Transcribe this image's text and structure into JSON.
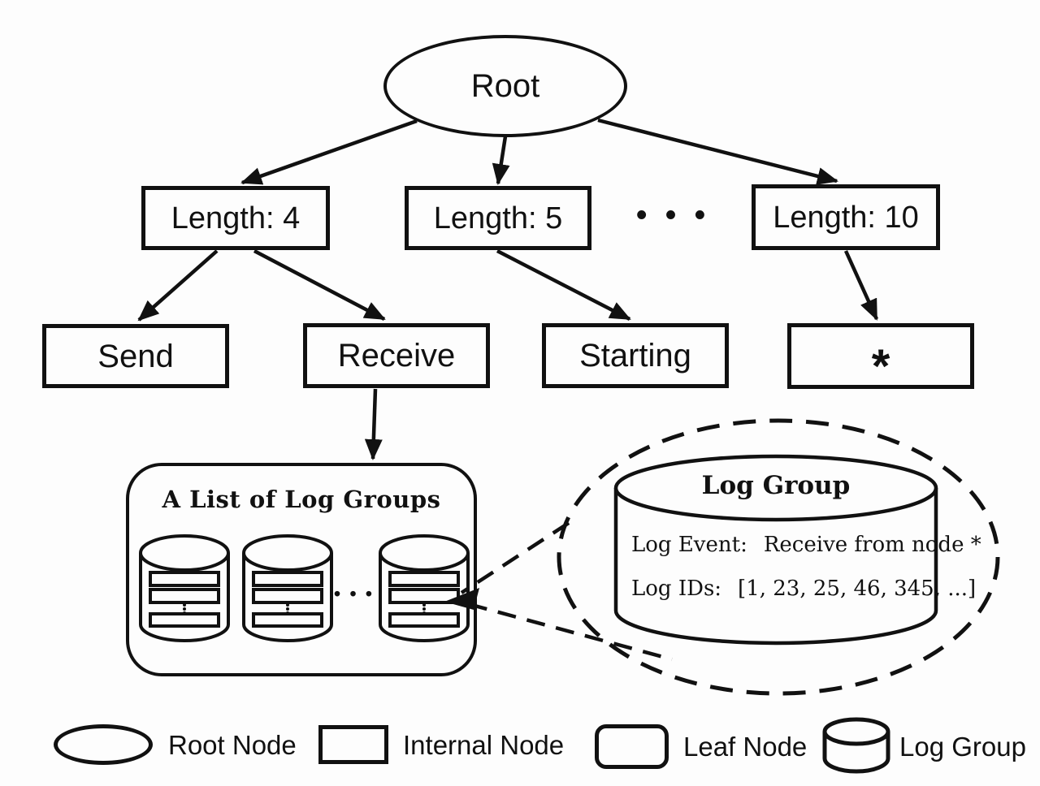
{
  "diagram": {
    "background": "#fdfdfd",
    "stroke_color": "#111111",
    "root": {
      "label": "Root"
    },
    "internal_nodes": [
      {
        "label": "Length: 4"
      },
      {
        "label": "Length: 5"
      },
      {
        "label": "Length: 10"
      }
    ],
    "internal_ellipsis": "• • •",
    "leaf_nodes": [
      {
        "label": "Send"
      },
      {
        "label": "Receive"
      },
      {
        "label": "Starting"
      },
      {
        "label": "*"
      }
    ],
    "log_group_list": {
      "title": "A List of Log Groups",
      "ellipsis": "• • •"
    },
    "log_group_detail": {
      "title": "Log Group",
      "lines": [
        {
          "key": "Log Event:",
          "value": "Receive from node *"
        },
        {
          "key": "Log IDs:",
          "value": "[1, 23, 25, 46, 345, ...]"
        }
      ]
    },
    "legend": [
      {
        "shape": "ellipse",
        "label": "Root Node"
      },
      {
        "shape": "rectangle",
        "label": "Internal Node"
      },
      {
        "shape": "rounded-rectangle",
        "label": "Leaf Node"
      },
      {
        "shape": "cylinder",
        "label": "Log Group"
      }
    ]
  }
}
